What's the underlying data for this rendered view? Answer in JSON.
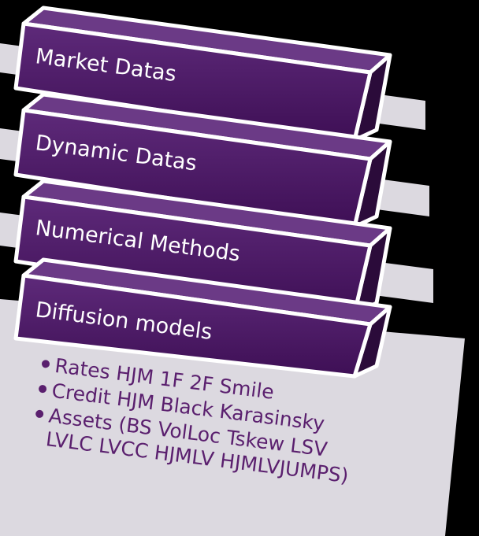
{
  "layers": [
    {
      "label": "Market Datas"
    },
    {
      "label": "Dynamic Datas"
    },
    {
      "label": "Numerical Methods"
    },
    {
      "label": "Diffusion models"
    }
  ],
  "bullets": [
    {
      "lines": [
        "Rates HJM 1F 2F Smile"
      ]
    },
    {
      "lines": [
        "Credit HJM Black Karasinsky"
      ]
    },
    {
      "lines": [
        "Assets (BS VolLoc Tskew LSV",
        "LVLC LVCC HJMLV HJMLVJUMPS)"
      ]
    }
  ],
  "colors": {
    "panel": "#dcd9e0",
    "bar_front": "#4a1663",
    "bar_side": "#2b0b3a",
    "bar_top": "#6b3a86",
    "outline": "#ffffff",
    "bullet_text": "#5a1f6e"
  }
}
